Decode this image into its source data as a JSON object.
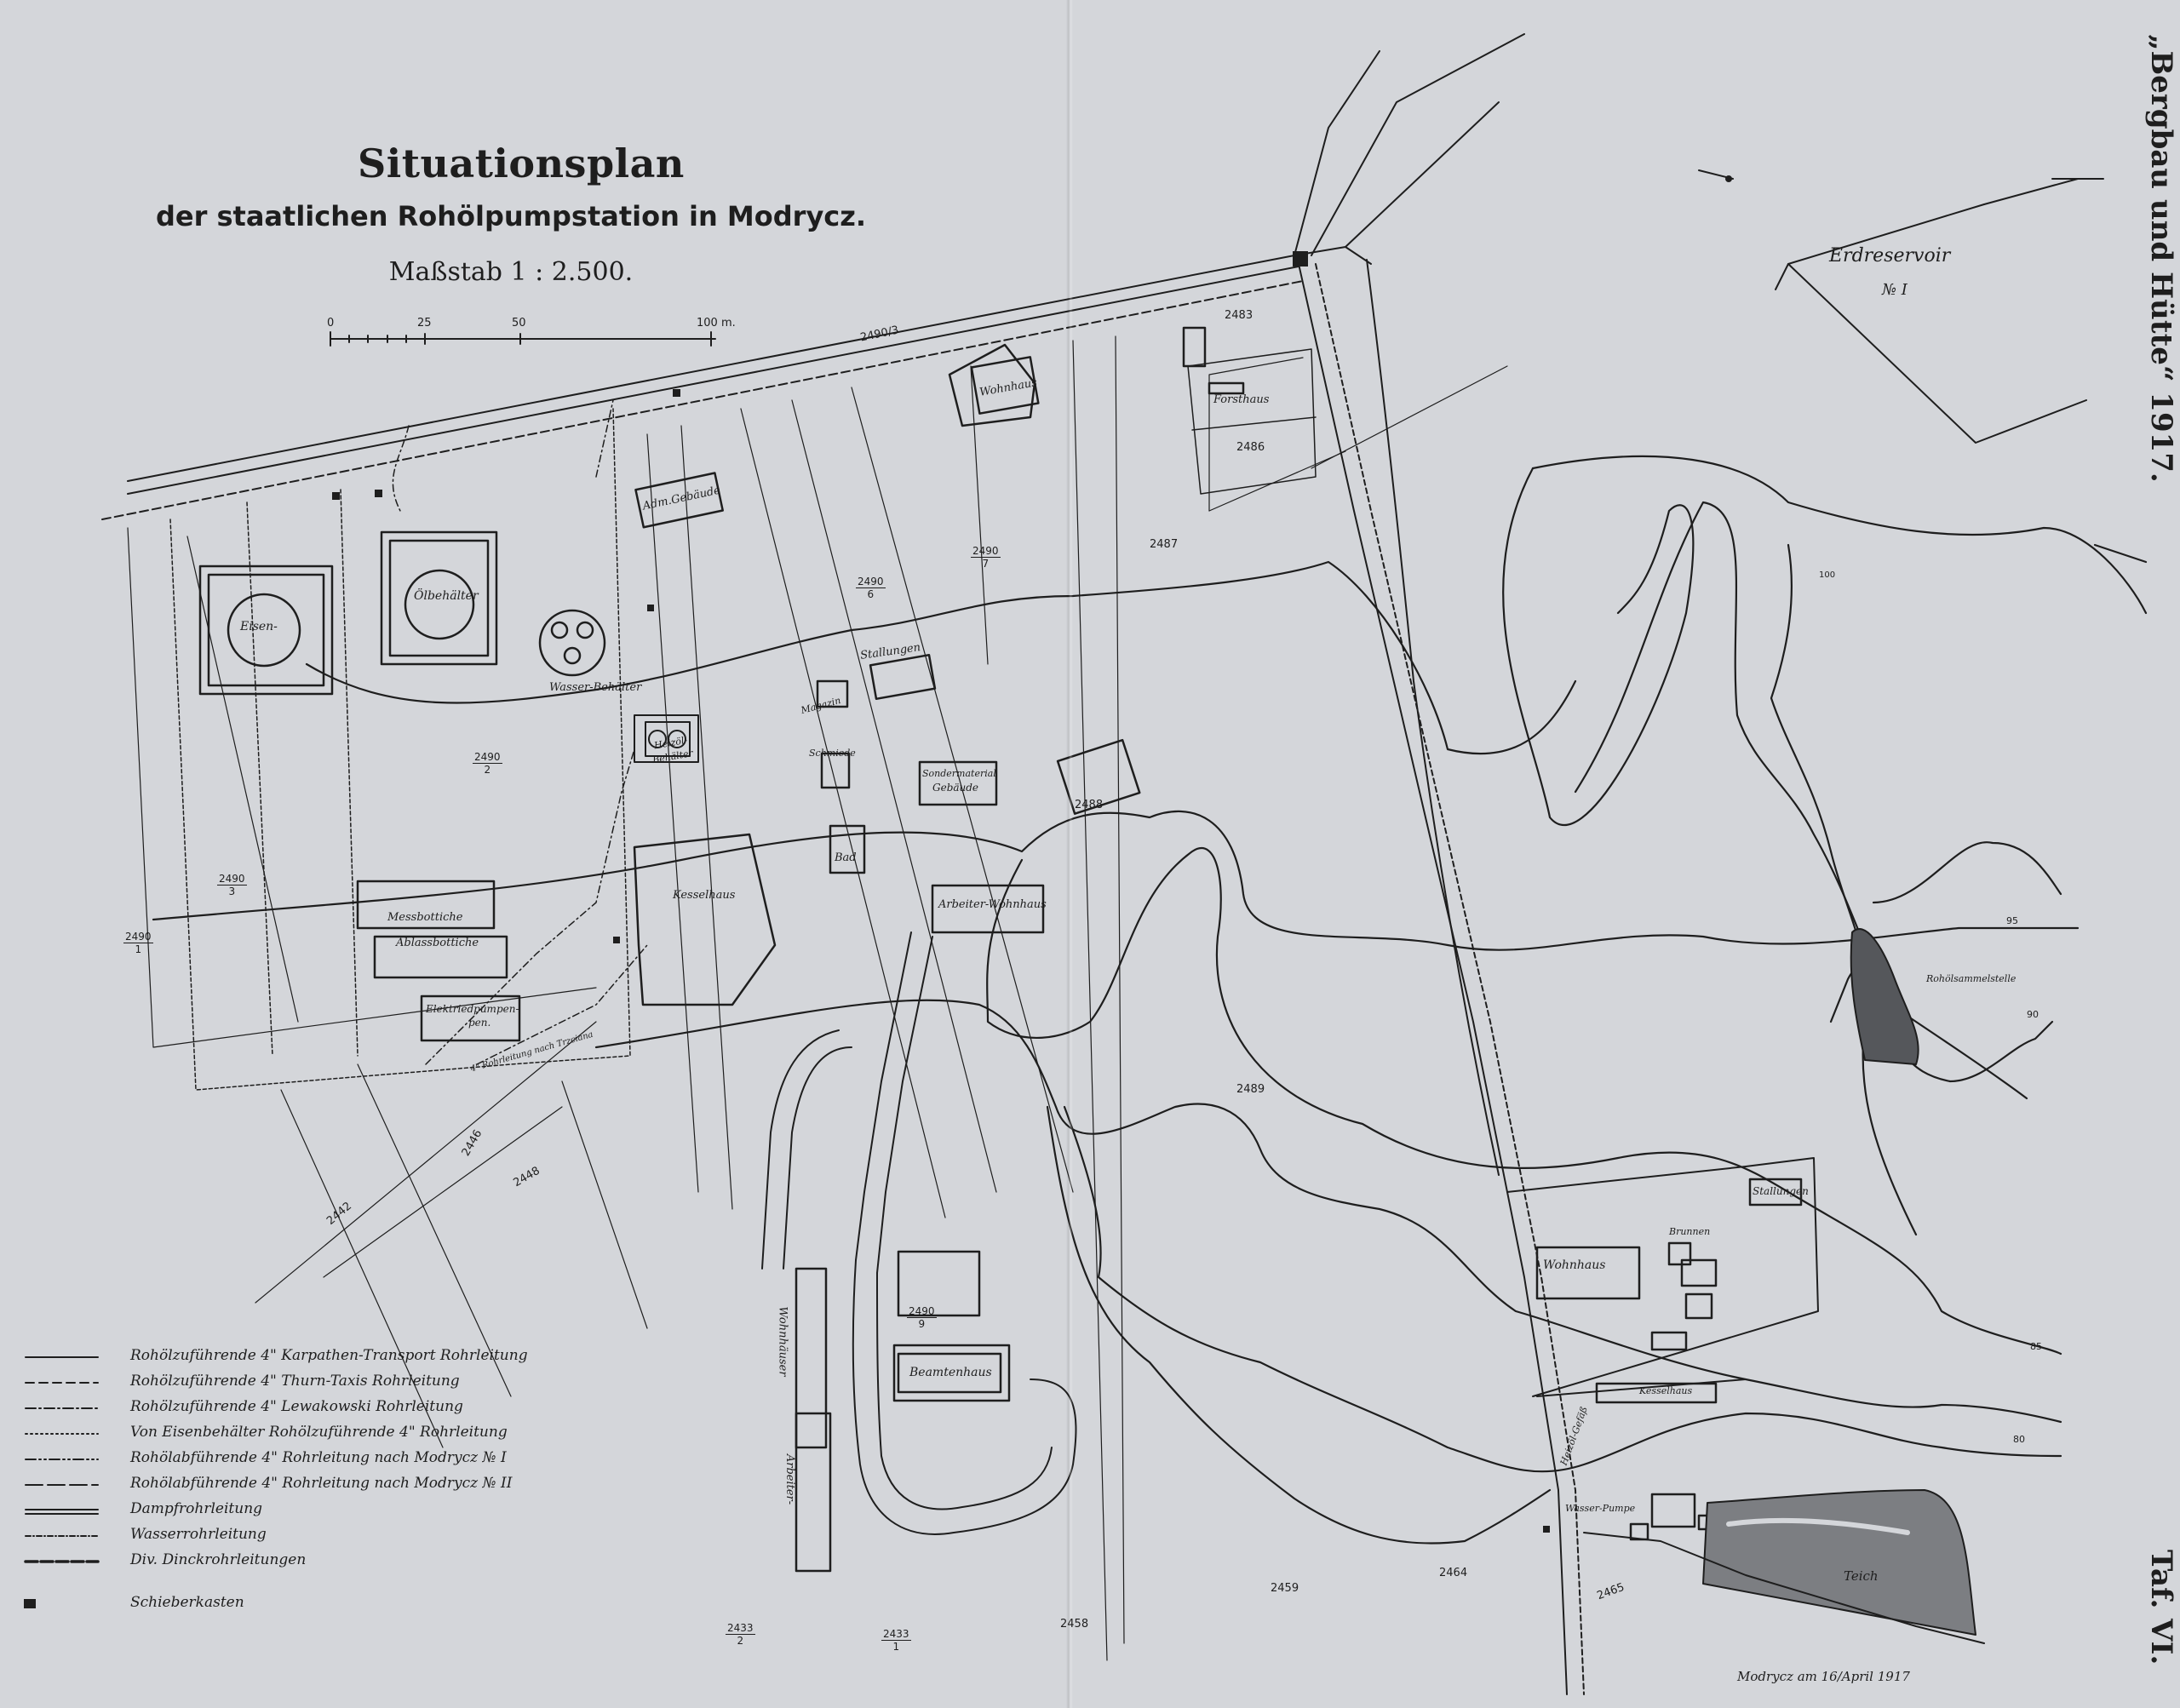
{
  "title": "Situationsplan",
  "subtitle": "der staatlichen Rohölpumpstation in Modrycz.",
  "scale": "Maßstab 1 : 2.500.",
  "scale_bar": [
    "0",
    "25",
    "50",
    "100 m."
  ],
  "side_top": "„Bergbau und Hütte“ 1917.",
  "side_bottom": "Taf. VI.",
  "signature": "Modrycz am 16/April 1917",
  "buildings": {
    "eisen": "Eisen-",
    "oelbehaelter": "Ölbehälter",
    "wasser_behaelter": "Wasser-Behälter",
    "heizoel": "Heizöl-",
    "heizoel2": "Behälter",
    "adm": "Adm.Gebäude",
    "wohnhaus_top": "Wohnhaus",
    "forsthaus": "Forsthaus",
    "erdreservoir": "Erdreservoir",
    "erdreservoir_no": "№ I",
    "stallungen": "Stallungen",
    "magazin": "Magazin",
    "schmiede": "Schmiede",
    "sondergebaeude_1": "Sondermaterial",
    "sondergebaeude_2": "Gebäude",
    "bad": "Bad",
    "arbeiterwohnhaus": "Arbeiter-Wohnhaus",
    "kesselhaus": "Kesselhaus",
    "messbottiche": "Messbottiche",
    "ablassbottiche": "Ablassbottiche",
    "elektr_pumpen_1": "Elektriedpumpen-",
    "elektr_pumpen_2": "pen.",
    "wohnhaeuser": "Wohnhäuser",
    "beamtenhaus": "Beamtenhaus",
    "arbeiter": "Arbeiter-",
    "stallungen2": "Stallungen",
    "wohnhaus_right": "Wohnhaus",
    "brunnen": "Brunnen",
    "kesselhaus2": "Kesselhaus",
    "heizoel_gefaess": "Heizöl-Gefäß",
    "wasser_pumpe": "Wasser-Pumpe",
    "teich": "Teich",
    "rohoelsammelstelle": "Rohölsammelstelle",
    "rohrleitung_note": "4\" Rohrleitung nach Trzciana"
  },
  "parcels": {
    "p2490_3_top": "2490/3",
    "p2483": "2483",
    "p2486": "2486",
    "p2487": "2487",
    "p2488": "2488",
    "p2489": "2489",
    "p2442": "2442",
    "p2446": "2446",
    "p2448": "2448",
    "p2459": "2459",
    "p2464": "2464",
    "p2465": "2465",
    "p2458": "2458",
    "f2490_6": [
      "2490",
      "6"
    ],
    "f2490_7": [
      "2490",
      "7"
    ],
    "f2490_2": [
      "2490",
      "2"
    ],
    "f2490_3": [
      "2490",
      "3"
    ],
    "f2490_1": [
      "2490",
      "1"
    ],
    "f2490_9": [
      "2490",
      "9"
    ],
    "f2433_2": [
      "2433",
      "2"
    ],
    "f2433_1": [
      "2433",
      "1"
    ]
  },
  "contours": [
    "100",
    "95",
    "90",
    "85",
    "80"
  ],
  "legend": [
    {
      "label": "Rohölzuführende 4\" Karpathen-Transport Rohrleitung",
      "style": "solid-thin"
    },
    {
      "label": "Rohölzuführende 4\" Thurn-Taxis Rohrleitung",
      "style": "dash"
    },
    {
      "label": "Rohölzuführende 4\" Lewakowski Rohrleitung",
      "style": "dash-dot"
    },
    {
      "label": "Von Eisenbehälter Rohölzuführende 4\" Rohrleitung",
      "style": "dotted"
    },
    {
      "label": "Rohölabführende 4\" Rohrleitung nach Modrycz № I",
      "style": "dash-dot-dot"
    },
    {
      "label": "Rohölabführende 4\" Rohrleitung nach Modrycz № II",
      "style": "long-dash"
    },
    {
      "label": "Dampfrohrleitung",
      "style": "double"
    },
    {
      "label": "Wasserrohrleitung",
      "style": "dot-dash-fine"
    },
    {
      "label": "Div. Dinckrohrleitungen",
      "style": "thick-dash"
    },
    {
      "label": "Schieberkasten",
      "style": "block"
    }
  ],
  "colors": {
    "paper": "#d4d6da",
    "ink": "#1e1e1e"
  }
}
